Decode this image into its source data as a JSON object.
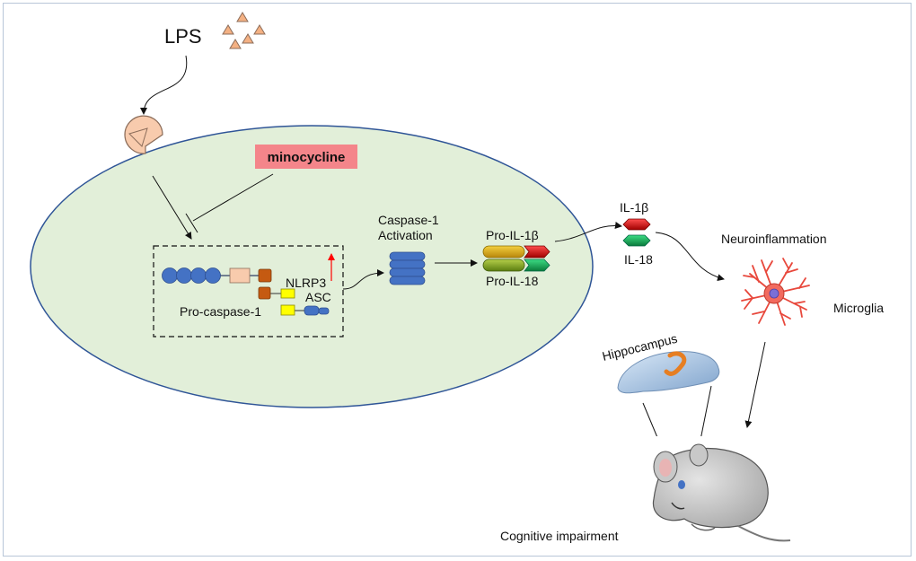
{
  "labels": {
    "lps": "LPS",
    "minocycline": "minocycline",
    "nlrp3": "NLRP3",
    "asc": "ASC",
    "pro_caspase1": "Pro-caspase-1",
    "caspase1_line1": "Caspase-1",
    "caspase1_line2": "Activation",
    "pro_il1b": "Pro-IL-1β",
    "pro_il18": "Pro-IL-18",
    "il1b": "IL-1β",
    "il18": "IL-18",
    "neuroinflammation": "Neuroinflammation",
    "microglia": "Microglia",
    "hippocampus": "Hippocampus",
    "cognitive_impairment": "Cognitive impairment"
  },
  "colors": {
    "cell_fill": "#e2efd9",
    "cell_stroke": "#2f5597",
    "lps_triangle": "#f4b183",
    "receptor": "#f8cbad",
    "minocycline_box": "#f4858a",
    "nlrp3_domain": "#4472c4",
    "effector_domain": "#c55a11",
    "card_domain": "#ffff00",
    "il1b": "#c00000",
    "il18": "#00b050",
    "pro_domain": "#bf9000",
    "upregulation_arrow": "#ff0000",
    "microglia": "#e8483c"
  },
  "icons": [
    "lps-triangle-icon",
    "receptor-icon",
    "caspase1-icon",
    "microglia-icon",
    "brain-icon",
    "mouse-icon"
  ]
}
